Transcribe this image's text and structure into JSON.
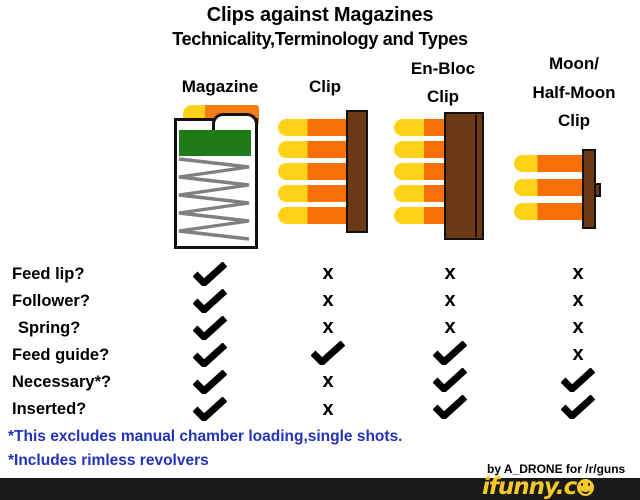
{
  "title": {
    "line1": "Clips against Magazines",
    "line2": "Technicality,Terminology and Types"
  },
  "columns": [
    {
      "id": "magazine",
      "header_lines": [
        "Magazine"
      ],
      "illustration": "magazine-diagram"
    },
    {
      "id": "clip",
      "header_lines": [
        "Clip"
      ],
      "illustration": "clip-diagram"
    },
    {
      "id": "en-bloc-clip",
      "header_lines": [
        "En-Bloc",
        "Clip"
      ],
      "illustration": "en-bloc-clip-diagram"
    },
    {
      "id": "moon-clip",
      "header_lines": [
        "Moon/",
        "Half-Moon",
        "Clip"
      ],
      "illustration": "moon-clip-diagram"
    }
  ],
  "rows": [
    {
      "label": "Feed lip?",
      "values": [
        "check",
        "x",
        "x",
        "x"
      ]
    },
    {
      "label": "Follower?",
      "values": [
        "check",
        "x",
        "x",
        "x"
      ]
    },
    {
      "label": "Spring?",
      "values": [
        "check",
        "x",
        "x",
        "x"
      ]
    },
    {
      "label": "Feed guide?",
      "values": [
        "check",
        "check",
        "check",
        "x"
      ]
    },
    {
      "label": "Necessary*?",
      "values": [
        "check",
        "x",
        "check",
        "check"
      ]
    },
    {
      "label": "Inserted?",
      "values": [
        "check",
        "x",
        "check",
        "check"
      ]
    }
  ],
  "marks": {
    "check": "✔",
    "x": "X"
  },
  "footnotes": [
    "*This excludes manual chamber loading,single shots.",
    "*Includes rimless revolvers"
  ],
  "credit": "by A_DRONE for /r/guns",
  "watermark": {
    "text": "ifunny.c",
    "suffix": "o-smiley"
  },
  "colors": {
    "footnote_blue": "#2233bb",
    "bullet_tip_yellow": "#ffd21a",
    "case_orange": "#f86f08",
    "clip_brown": "#6b3a14",
    "follower_green": "#1f7a17",
    "spring_gray": "#808080",
    "watermark_gold": "#f6c927",
    "watermark_bar": "#1a1a1a"
  }
}
